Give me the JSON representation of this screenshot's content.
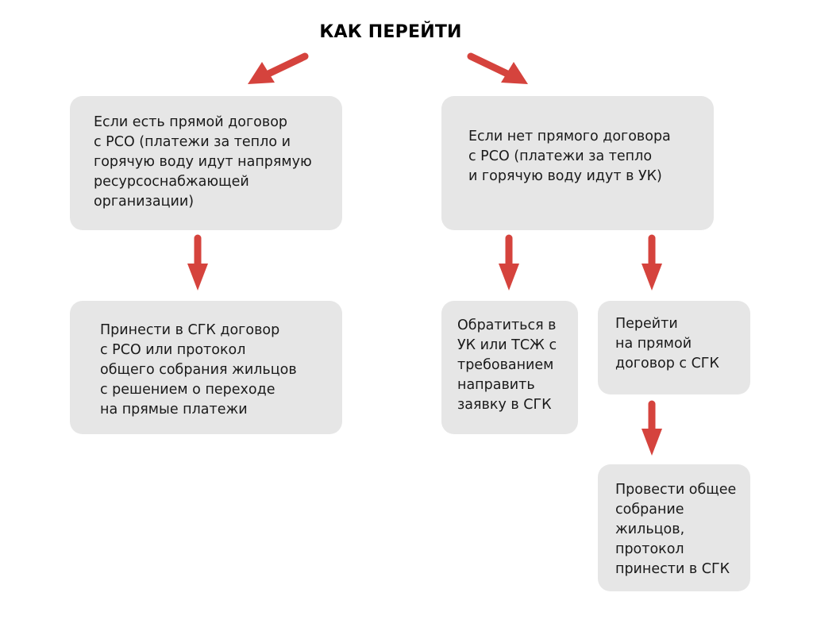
{
  "title": "КАК ПЕРЕЙТИ",
  "colors": {
    "box": "#e6e6e6",
    "arrow": "#d5433d",
    "text": "#1a1a1a"
  },
  "boxes": {
    "direct_contract": [
      "Если есть прямой договор",
      "с РСО (платежи за тепло и",
      "горячую воду идут напрямую",
      "ресурсоснабжающей",
      "организации)"
    ],
    "no_direct_contract": [
      "Если нет прямого договора",
      "с РСО (платежи за тепло",
      "и горячую воду идут в УК)"
    ],
    "bring_contract": [
      "Принести в СГК договор",
      "с РСО или протокол",
      "общего собрания жильцов",
      "с решением о переходе",
      "на прямые платежи"
    ],
    "contact_uk": [
      "Обратиться в",
      "УК или ТСЖ с",
      "требованием",
      "направить",
      "заявку в СГК"
    ],
    "switch_direct": [
      "Перейти",
      "на прямой",
      "договор с СГК"
    ],
    "hold_meeting": [
      "Провести общее",
      "собрание",
      "жильцов,",
      "протокол",
      "принести в СГК"
    ]
  }
}
